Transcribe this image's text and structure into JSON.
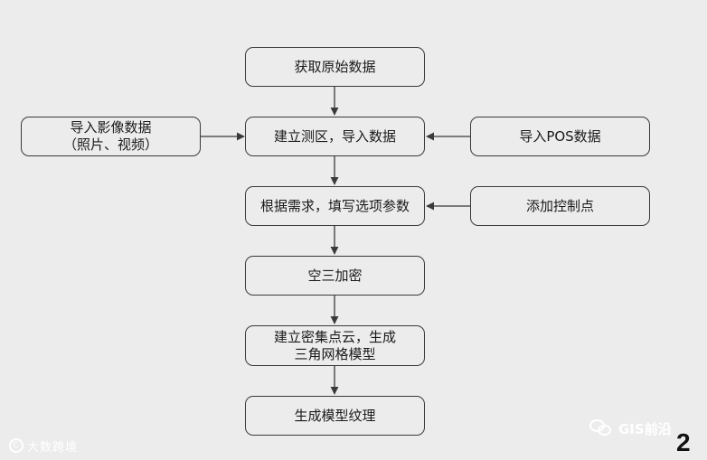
{
  "nodes": {
    "get_raw_data": "获取原始数据",
    "create_survey_area": "建立测区，导入数据",
    "import_images_line1": "导入影像数据",
    "import_images_line2": "（照片、视频）",
    "import_pos": "导入POS数据",
    "fill_params": "根据需求，填写选项参数",
    "add_control_points": "添加控制点",
    "aerial_triangulation": "空三加密",
    "build_cloud_line1": "建立密集点云，生成",
    "build_cloud_line2": "三角网格模型",
    "generate_texture": "生成模型纹理"
  },
  "watermark_left": "大数跨境",
  "watermark_right": "GIS前沿",
  "page_number": "2"
}
